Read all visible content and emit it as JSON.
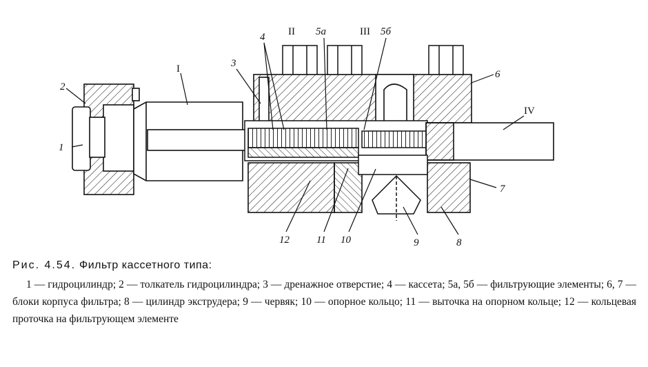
{
  "figure": {
    "labels": {
      "n1": "1",
      "n2": "2",
      "n3": "3",
      "n4": "4",
      "n5a": "5а",
      "n5b": "5б",
      "n6": "6",
      "n7": "7",
      "n8": "8",
      "n9": "9",
      "n10": "10",
      "n11": "11",
      "n12": "12",
      "rI": "I",
      "rII": "II",
      "rIII": "III",
      "rIV": "IV"
    }
  },
  "caption": {
    "prefix": "Рис. 4.54.",
    "title": "Фильтр кассетного типа:",
    "body": "1 — гидроцилиндр; 2 — толкатель гидроцилиндра; 3 — дренажное отверстие; 4 — кассета; 5а, 5б — фильтрующие элементы; 6, 7 — блоки корпуса фильтра; 8 — цилиндр экструдера; 9 — червяк; 10 — опорное кольцо; 11 — выточка на опорном кольце; 12 — кольцевая проточка на фильтрующем элементе"
  }
}
